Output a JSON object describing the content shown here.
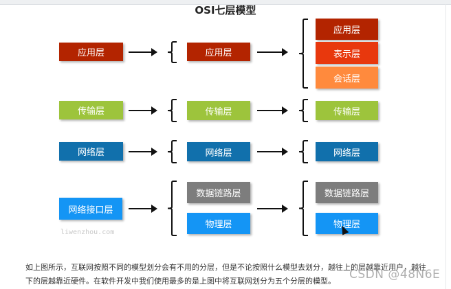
{
  "title": "OSI七层模型",
  "colors": {
    "application": "#b32400",
    "presentation": "#e8380d",
    "session": "#ff8a3d",
    "transport": "#9dc43c",
    "network": "#1170ac",
    "datalink": "#7d7d7d",
    "physical": "#1495f5"
  },
  "column1": [
    "应用层",
    "传输层",
    "网络层",
    "网络接口层"
  ],
  "column2": [
    "应用层",
    "传输层",
    "网络层",
    "数据链路层",
    "物理层"
  ],
  "column3": [
    "应用层",
    "表示层",
    "会话层",
    "传输层",
    "网络层",
    "数据链路层",
    "物理层"
  ],
  "site_watermark": "liwenzhou.com",
  "paragraph": {
    "line1": "如上图所示，互联网按照不同的模型划分会有不用的分层，但是不论按照什么模型去划分，越往上的层越靠近用户，越往",
    "line2": "下的层越靠近硬件。在软件开发中我们使用最多的是上图中将互联网划分为五个分层的模型。"
  },
  "csdn_watermark": "CSDN @48N6E"
}
